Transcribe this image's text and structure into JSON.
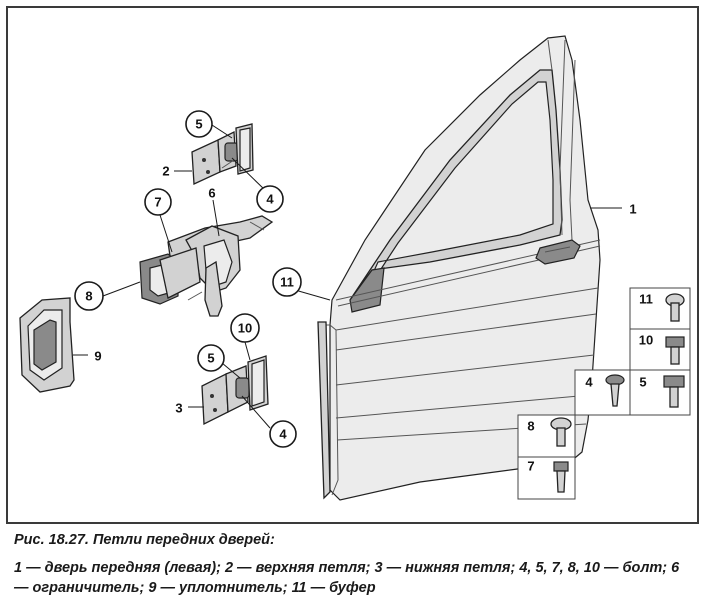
{
  "figure": {
    "caption_title": "Рис. 18.27. Петли передних дверей:",
    "caption_legend": "1 — дверь передняя (левая); 2 — верхняя петля; 3 — нижняя петля; 4, 5, 7, 8, 10 — болт; 6 — ограничитель; 9 — уплотнитель; 11 — буфер",
    "callouts": {
      "c1": "1",
      "c2": "2",
      "c3": "3",
      "c4a": "4",
      "c4b": "4",
      "c5a": "5",
      "c5b": "5",
      "c6": "6",
      "c7": "7",
      "c8": "8",
      "c9": "9",
      "c10": "10",
      "c11": "11"
    },
    "inset": {
      "b11": "11",
      "b10": "10",
      "b4": "4",
      "b5": "5",
      "b8": "8",
      "b7": "7"
    }
  },
  "colors": {
    "line": "#222222",
    "part": "#d2d2d2",
    "frame": "#3a3a3a"
  }
}
